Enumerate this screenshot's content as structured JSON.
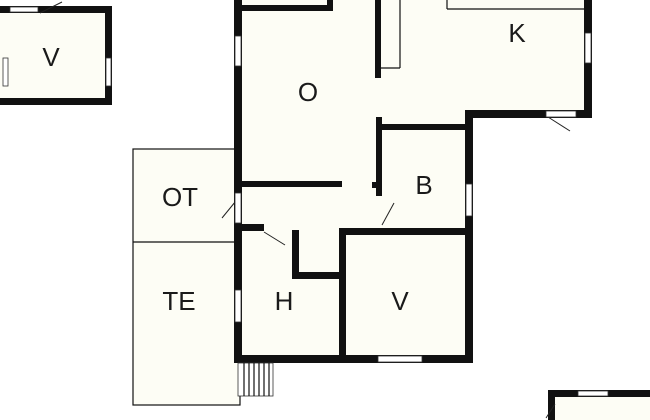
{
  "floorplan": {
    "rooms": {
      "vestibule_small": "V",
      "kitchen": "K",
      "living": "O",
      "utility": "OT",
      "bathroom": "B",
      "terrace": "TE",
      "hall": "H",
      "bedroom": "V"
    },
    "colors": {
      "room_fill": "#fdfdf5",
      "wall": "#111111",
      "background": "#ffffff"
    }
  }
}
